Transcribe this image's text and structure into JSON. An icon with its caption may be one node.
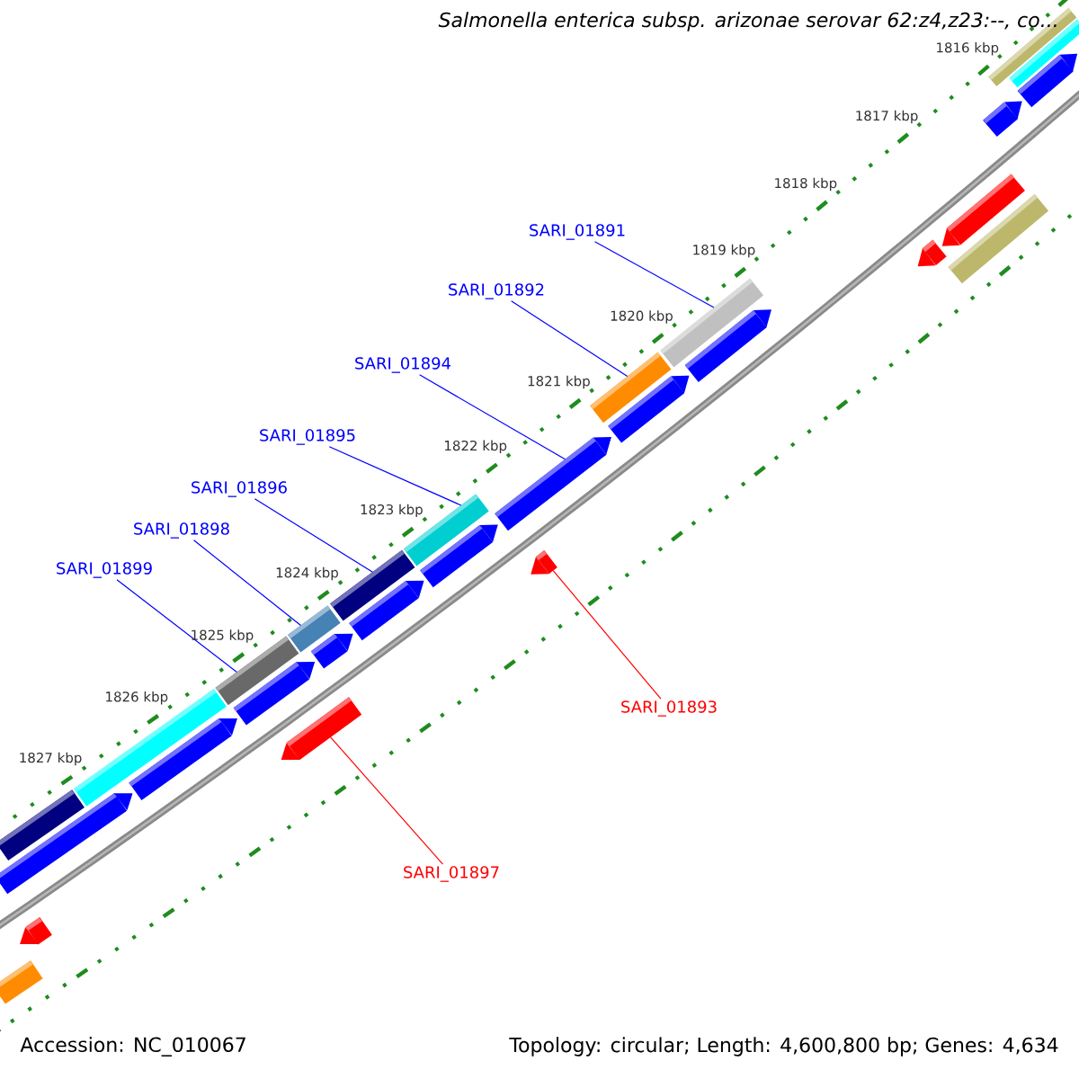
{
  "diagram": {
    "title": "Salmonella enterica subsp. arizonae serovar 62:z4,z23:--, co...",
    "nodes": [
      {
        "text": [
          "SARI_01891"
        ]
      },
      {
        "text": [],
        "shape": "bar"
      },
      {
        "text": [
          "SARI_01892"
        ]
      },
      {
        "text": [],
        "shape": "bar"
      },
      {
        "text": [
          "SARI_01894"
        ]
      },
      {
        "text": [],
        "shape": "pentagon"
      },
      {
        "text": [
          "SARI_01895"
        ]
      },
      {
        "text": [],
        "shape": "bar"
      },
      {
        "text": [
          "SARI_01896"
        ]
      },
      {
        "text": [],
        "shape": "bar"
      },
      {
        "text": [
          "SARI_01898"
        ]
      },
      {
        "text": [],
        "shape": "bar"
      },
      {
        "text": [
          "SARI_01899"
        ]
      },
      {
        "text": [],
        "shape": "bar"
      },
      {
        "text": [
          "SARI_01893"
        ]
      },
      {
        "text": [],
        "shape": "pentagon"
      },
      {
        "text": [
          "SARI_01897"
        ]
      },
      {
        "text": [],
        "shape": "pentagon"
      },
      {
        "text": [],
        "shape": "bar"
      },
      {
        "text": [],
        "shape": "bar"
      },
      {
        "text": [],
        "shape": "pentagon"
      },
      {
        "text": [],
        "shape": "pentagon"
      },
      {
        "text": [],
        "shape": "pentagon"
      },
      {
        "text": [],
        "shape": "pentagon"
      },
      {
        "text": [],
        "shape": "bar"
      },
      {
        "text": [],
        "shape": "pentagon"
      },
      {
        "text": [],
        "shape": "pentagon"
      },
      {
        "text": [],
        "shape": "pentagon"
      },
      {
        "text": [],
        "shape": "pentagon"
      },
      {
        "text": [],
        "shape": "pentagon"
      },
      {
        "text": [],
        "shape": "pentagon"
      },
      {
        "text": [],
        "shape": "pentagon"
      },
      {
        "text": [],
        "shape": "bar"
      },
      {
        "text": [],
        "shape": "pentagon"
      },
      {
        "text": [],
        "shape": "pentagon"
      },
      {
        "text": [],
        "shape": "bar"
      },
      {
        "text": [],
        "shape": "bar"
      }
    ],
    "edges": [
      {
        "from": 0,
        "to": 1,
        "arrow": "none"
      },
      {
        "from": 2,
        "to": 3,
        "arrow": "none"
      },
      {
        "from": 4,
        "to": 5,
        "arrow": "none"
      },
      {
        "from": 6,
        "to": 7,
        "arrow": "none"
      },
      {
        "from": 8,
        "to": 9,
        "arrow": "none"
      },
      {
        "from": 10,
        "to": 11,
        "arrow": "none"
      },
      {
        "from": 12,
        "to": 13,
        "arrow": "none"
      },
      {
        "from": 14,
        "to": 15,
        "arrow": "none",
        "color": "#ff0000"
      },
      {
        "from": 16,
        "to": 17,
        "arrow": "none",
        "color": "#ff0000"
      }
    ],
    "labels": [
      "1816 kbp",
      "1817 kbp",
      "1818 kbp",
      "1819 kbp",
      "1820 kbp",
      "1821 kbp",
      "1822 kbp",
      "1823 kbp",
      "1824 kbp",
      "1825 kbp",
      "1826 kbp",
      "1827 kbp",
      "Accession: NC_010067",
      "Topology: circular; Length: 4,600,800 bp; Genes: 4,634"
    ]
  }
}
